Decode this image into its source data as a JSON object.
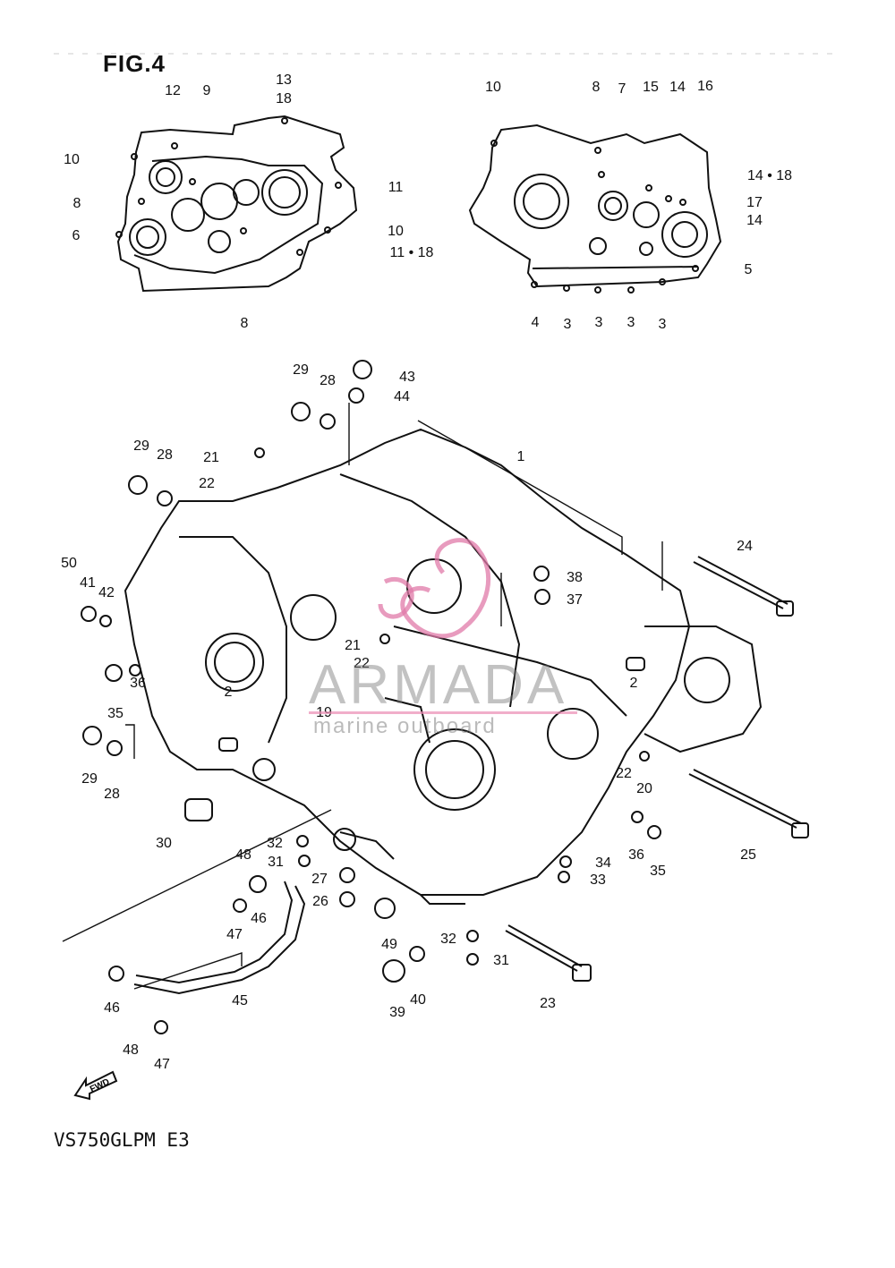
{
  "figure": {
    "title": "FIG.4",
    "model": "VS750GLPM E3"
  },
  "watermark": {
    "brand": "ARMADA",
    "tagline": "marine outboard"
  },
  "fwd_marker": {
    "label": "FWD"
  },
  "colors": {
    "line": "#111111",
    "watermark_pink": "#e07aa8",
    "watermark_gray": "#8a8a8a"
  },
  "callouts": [
    {
      "id": "c12",
      "text": "12"
    },
    {
      "id": "c9",
      "text": "9"
    },
    {
      "id": "c13",
      "text": "13"
    },
    {
      "id": "c18a",
      "text": "18"
    },
    {
      "id": "c10a",
      "text": "10"
    },
    {
      "id": "c8a",
      "text": "8"
    },
    {
      "id": "c6",
      "text": "6"
    },
    {
      "id": "c11a",
      "text": "11"
    },
    {
      "id": "c10b",
      "text": "10"
    },
    {
      "id": "c1118",
      "text": "11 • 18"
    },
    {
      "id": "c8b",
      "text": "8"
    },
    {
      "id": "c10c",
      "text": "10"
    },
    {
      "id": "c8c",
      "text": "8"
    },
    {
      "id": "c7",
      "text": "7"
    },
    {
      "id": "c15",
      "text": "15"
    },
    {
      "id": "c14a",
      "text": "14"
    },
    {
      "id": "c16",
      "text": "16"
    },
    {
      "id": "c1418",
      "text": "14 • 18"
    },
    {
      "id": "c17",
      "text": "17"
    },
    {
      "id": "c14b",
      "text": "14"
    },
    {
      "id": "c5",
      "text": "5"
    },
    {
      "id": "c4",
      "text": "4"
    },
    {
      "id": "c3a",
      "text": "3"
    },
    {
      "id": "c3b",
      "text": "3"
    },
    {
      "id": "c3c",
      "text": "3"
    },
    {
      "id": "c3d",
      "text": "3"
    },
    {
      "id": "c29a",
      "text": "29"
    },
    {
      "id": "c28a",
      "text": "28"
    },
    {
      "id": "c43",
      "text": "43"
    },
    {
      "id": "c44",
      "text": "44"
    },
    {
      "id": "c1",
      "text": "1"
    },
    {
      "id": "c29b",
      "text": "29"
    },
    {
      "id": "c28b",
      "text": "28"
    },
    {
      "id": "c21a",
      "text": "21"
    },
    {
      "id": "c22a",
      "text": "22"
    },
    {
      "id": "c24",
      "text": "24"
    },
    {
      "id": "c50",
      "text": "50"
    },
    {
      "id": "c41",
      "text": "41"
    },
    {
      "id": "c42",
      "text": "42"
    },
    {
      "id": "c38",
      "text": "38"
    },
    {
      "id": "c37",
      "text": "37"
    },
    {
      "id": "c21b",
      "text": "21"
    },
    {
      "id": "c22b",
      "text": "22"
    },
    {
      "id": "c35a",
      "text": "35"
    },
    {
      "id": "c36a",
      "text": "36"
    },
    {
      "id": "c2a",
      "text": "2"
    },
    {
      "id": "c2b",
      "text": "2"
    },
    {
      "id": "c19",
      "text": "19"
    },
    {
      "id": "c29c",
      "text": "29"
    },
    {
      "id": "c28c",
      "text": "28"
    },
    {
      "id": "c22c",
      "text": "22"
    },
    {
      "id": "c20",
      "text": "20"
    },
    {
      "id": "c30",
      "text": "30"
    },
    {
      "id": "c32a",
      "text": "32"
    },
    {
      "id": "c31a",
      "text": "31"
    },
    {
      "id": "c48a",
      "text": "48"
    },
    {
      "id": "c27",
      "text": "27"
    },
    {
      "id": "c26",
      "text": "26"
    },
    {
      "id": "c46a",
      "text": "46"
    },
    {
      "id": "c47a",
      "text": "47"
    },
    {
      "id": "c49",
      "text": "49"
    },
    {
      "id": "c36b",
      "text": "36"
    },
    {
      "id": "c35b",
      "text": "35"
    },
    {
      "id": "c25",
      "text": "25"
    },
    {
      "id": "c34",
      "text": "34"
    },
    {
      "id": "c33",
      "text": "33"
    },
    {
      "id": "c32b",
      "text": "32"
    },
    {
      "id": "c31b",
      "text": "31"
    },
    {
      "id": "c23",
      "text": "23"
    },
    {
      "id": "c45",
      "text": "45"
    },
    {
      "id": "c46b",
      "text": "46"
    },
    {
      "id": "c39",
      "text": "39"
    },
    {
      "id": "c40",
      "text": "40"
    },
    {
      "id": "c48b",
      "text": "48"
    },
    {
      "id": "c47b",
      "text": "47"
    }
  ]
}
